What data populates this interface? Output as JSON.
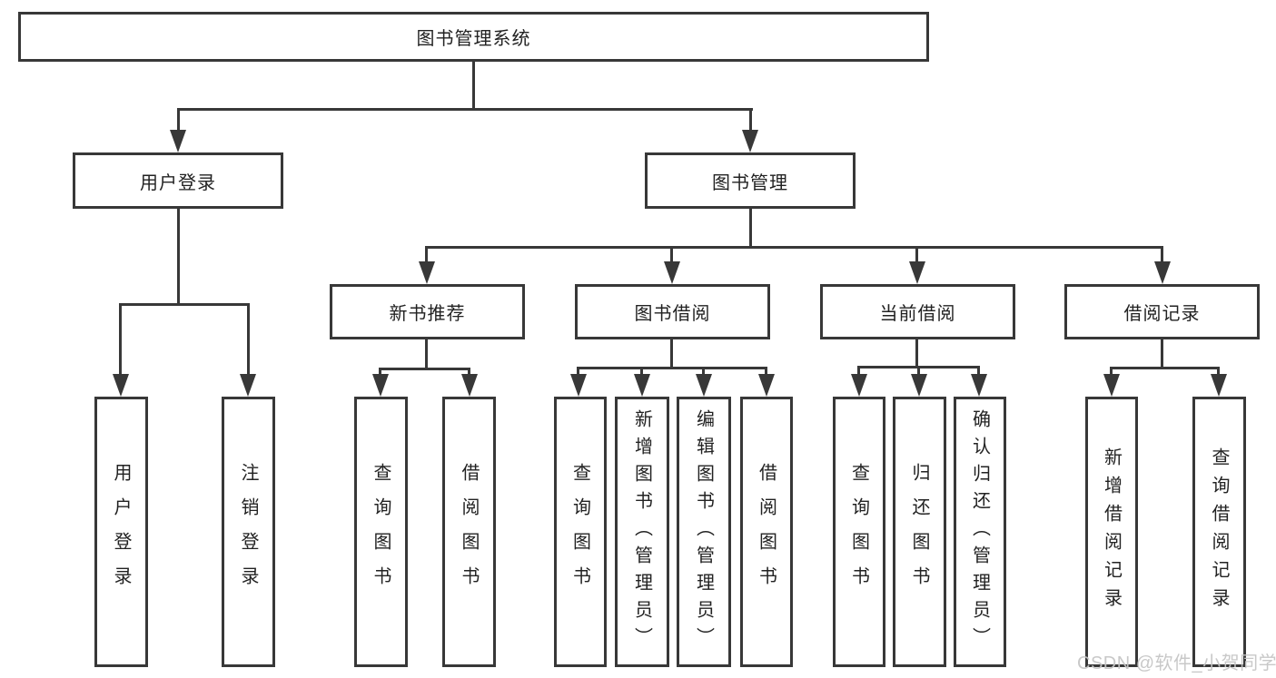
{
  "watermark": {
    "text": "CSDN @软件_小贺同学"
  },
  "colors": {
    "line": "#383838",
    "text": "#222222",
    "box_background": "#ffffff",
    "watermark": "#c6c6c6"
  },
  "diagram": {
    "root": "图书管理系统",
    "level2": [
      "用户登录",
      "图书管理"
    ],
    "level3": [
      "新书推荐",
      "图书借阅",
      "当前借阅",
      "借阅记录"
    ],
    "leaves": {
      "user_login": [
        "用户登录",
        "注销登录"
      ],
      "new_book_recommend": [
        "查询图书",
        "借阅图书"
      ],
      "book_borrow": [
        "查询图书",
        "新增图书（管理员）",
        "编辑图书（管理员）",
        "借阅图书"
      ],
      "current_borrow": [
        "查询图书",
        "归还图书",
        "确认归还（管理员）"
      ],
      "borrow_records": [
        "新增借阅记录",
        "查询借阅记录"
      ]
    }
  }
}
